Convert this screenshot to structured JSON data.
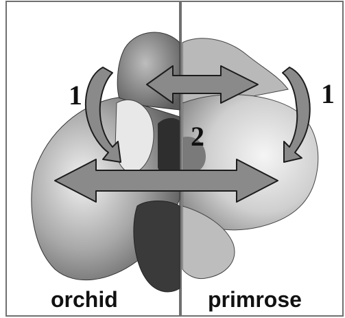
{
  "panels": {
    "left": {
      "label": "orchid"
    },
    "right": {
      "label": "primrose"
    }
  },
  "markers": {
    "left_one": "1",
    "right_one": "1",
    "center_two": "2"
  },
  "colors": {
    "arrow_fill": "#8a8a8a",
    "arrow_stroke": "#1c1c1c",
    "border": "#6f6f6f",
    "petal_dark": "#4a4a4a",
    "petal_mid": "#8c8c8c",
    "petal_light": "#d6d6d6"
  }
}
